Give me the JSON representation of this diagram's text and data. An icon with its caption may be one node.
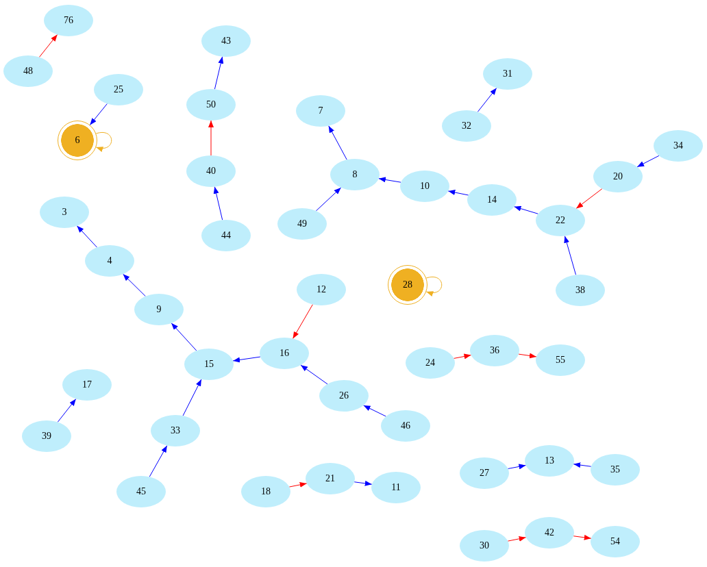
{
  "diagram": {
    "nodes": [
      {
        "text": [
          "76"
        ]
      },
      {
        "text": [
          "43"
        ]
      },
      {
        "text": [
          "48"
        ]
      },
      {
        "text": [
          "31"
        ]
      },
      {
        "text": [
          "25"
        ]
      },
      {
        "text": [
          "50"
        ]
      },
      {
        "text": [
          "7"
        ]
      },
      {
        "text": [
          "32"
        ]
      },
      {
        "text": [
          "6"
        ]
      },
      {
        "text": [
          "34"
        ]
      },
      {
        "text": [
          "40"
        ]
      },
      {
        "text": [
          "8"
        ]
      },
      {
        "text": [
          "20"
        ]
      },
      {
        "text": [
          "10"
        ]
      },
      {
        "text": [
          "14"
        ]
      },
      {
        "text": [
          "3"
        ]
      },
      {
        "text": [
          "49"
        ]
      },
      {
        "text": [
          "22"
        ]
      },
      {
        "text": [
          "44"
        ]
      },
      {
        "text": [
          "4"
        ]
      },
      {
        "text": [
          "28"
        ]
      },
      {
        "text": [
          "12"
        ]
      },
      {
        "text": [
          "38"
        ]
      },
      {
        "text": [
          "9"
        ]
      },
      {
        "text": [
          "16"
        ]
      },
      {
        "text": [
          "36"
        ]
      },
      {
        "text": [
          "24"
        ]
      },
      {
        "text": [
          "55"
        ]
      },
      {
        "text": [
          "15"
        ]
      },
      {
        "text": [
          "17"
        ]
      },
      {
        "text": [
          "26"
        ]
      },
      {
        "text": [
          "46"
        ]
      },
      {
        "text": [
          "33"
        ]
      },
      {
        "text": [
          "39"
        ]
      },
      {
        "text": [
          "13"
        ]
      },
      {
        "text": [
          "27"
        ]
      },
      {
        "text": [
          "35"
        ]
      },
      {
        "text": [
          "21"
        ]
      },
      {
        "text": [
          "45"
        ]
      },
      {
        "text": [
          "18"
        ]
      },
      {
        "text": [
          "11"
        ]
      },
      {
        "text": [
          "42"
        ]
      },
      {
        "text": [
          "30"
        ]
      },
      {
        "text": [
          "54"
        ]
      }
    ],
    "edges": [
      {
        "from": 2,
        "to": 0,
        "arrow": "to",
        "color": "#ff0000"
      },
      {
        "from": 4,
        "to": 8,
        "arrow": "to"
      },
      {
        "from": 8,
        "to": 8,
        "arrow": "to",
        "color": "#efb022"
      },
      {
        "from": 5,
        "to": 1,
        "arrow": "to"
      },
      {
        "from": 10,
        "to": 5,
        "arrow": "to",
        "color": "#ff0000"
      },
      {
        "from": 18,
        "to": 10,
        "arrow": "to"
      },
      {
        "from": 7,
        "to": 3,
        "arrow": "to"
      },
      {
        "from": 11,
        "to": 6,
        "arrow": "to"
      },
      {
        "from": 16,
        "to": 11,
        "arrow": "to"
      },
      {
        "from": 13,
        "to": 11,
        "arrow": "to"
      },
      {
        "from": 14,
        "to": 13,
        "arrow": "to"
      },
      {
        "from": 17,
        "to": 14,
        "arrow": "to"
      },
      {
        "from": 9,
        "to": 12,
        "arrow": "to"
      },
      {
        "from": 12,
        "to": 17,
        "arrow": "to",
        "color": "#ff0000"
      },
      {
        "from": 22,
        "to": 17,
        "arrow": "to"
      },
      {
        "from": 19,
        "to": 15,
        "arrow": "to"
      },
      {
        "from": 23,
        "to": 19,
        "arrow": "to"
      },
      {
        "from": 28,
        "to": 23,
        "arrow": "to"
      },
      {
        "from": 24,
        "to": 28,
        "arrow": "to"
      },
      {
        "from": 21,
        "to": 24,
        "arrow": "to",
        "color": "#ff0000"
      },
      {
        "from": 30,
        "to": 24,
        "arrow": "to"
      },
      {
        "from": 31,
        "to": 30,
        "arrow": "to"
      },
      {
        "from": 32,
        "to": 28,
        "arrow": "to"
      },
      {
        "from": 38,
        "to": 32,
        "arrow": "to"
      },
      {
        "from": 33,
        "to": 29,
        "arrow": "to"
      },
      {
        "from": 20,
        "to": 20,
        "arrow": "to",
        "color": "#efb022"
      },
      {
        "from": 26,
        "to": 25,
        "arrow": "to",
        "color": "#ff0000"
      },
      {
        "from": 25,
        "to": 27,
        "arrow": "to",
        "color": "#ff0000"
      },
      {
        "from": 35,
        "to": 34,
        "arrow": "to"
      },
      {
        "from": 36,
        "to": 34,
        "arrow": "to"
      },
      {
        "from": 39,
        "to": 37,
        "arrow": "to",
        "color": "#ff0000"
      },
      {
        "from": 37,
        "to": 40,
        "arrow": "to"
      },
      {
        "from": 42,
        "to": 41,
        "arrow": "to",
        "color": "#ff0000"
      },
      {
        "from": 41,
        "to": 43,
        "arrow": "to",
        "color": "#ff0000"
      }
    ]
  }
}
